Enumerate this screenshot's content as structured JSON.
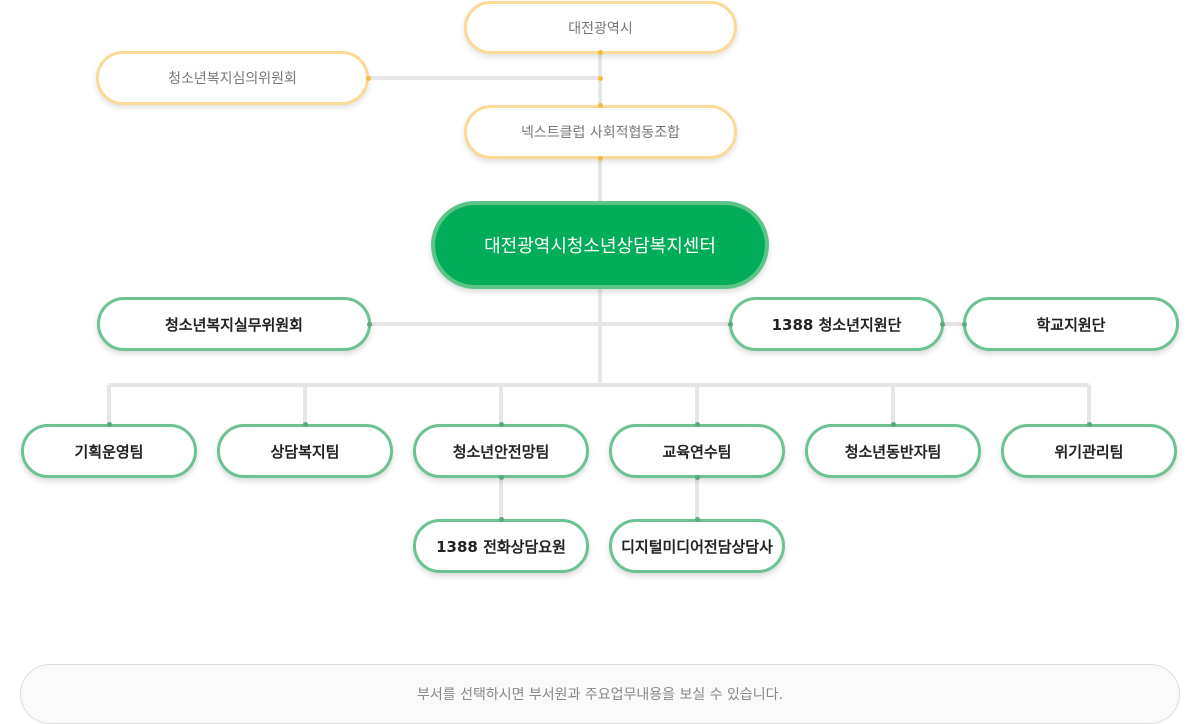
{
  "org": {
    "top": "대전광역시",
    "committee": "청소년복지심의위원회",
    "operator": "넥스트클럽 사회적협동조합",
    "center": "대전광역시청소년상담복지센터",
    "working_committee": "청소년복지실무위원회",
    "support_1388": "1388 청소년지원단",
    "school_support": "학교지원단",
    "teams": [
      "기획운영팀",
      "상담복지팀",
      "청소년안전망팀",
      "교육연수팀",
      "청소년동반자팀",
      "위기관리팀"
    ],
    "sub_teams": [
      "1388 전화상담요원",
      "디지털미디어전담상담사"
    ]
  },
  "notice": "부서를 선택하시면 부서원과 주요업무내용을 보실 수 있습니다.",
  "colors": {
    "center_fill": "#02ad5a",
    "green_border": "#6cc292",
    "yellow_border": "#fbd996",
    "connector": "#e6e6e6"
  }
}
